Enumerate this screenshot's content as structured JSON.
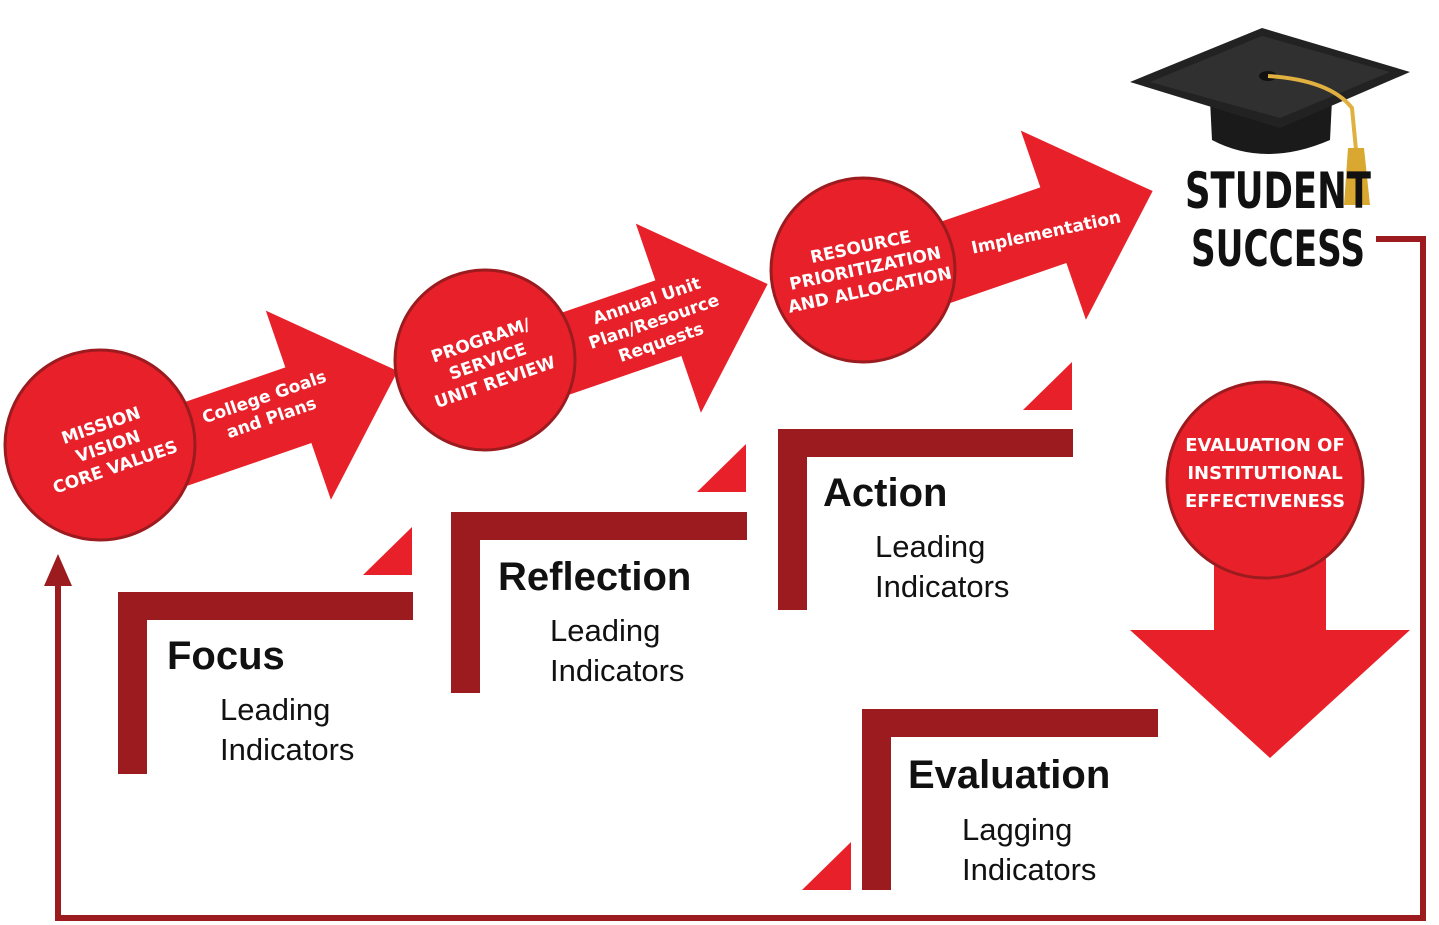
{
  "colors": {
    "red": "#e8202a",
    "dark_red": "#9b1b1f",
    "text_dark": "#111111",
    "text_light": "#ffffff"
  },
  "steps": [
    {
      "circle_lines": [
        "MISSION",
        "VISION",
        "CORE VALUES"
      ],
      "arrow_lines": [
        "College Goals",
        "and Plans"
      ]
    },
    {
      "circle_lines": [
        "PROGRAM/",
        "SERVICE",
        "UNIT REVIEW"
      ],
      "arrow_lines": [
        "Annual Unit",
        "Plan/Resource",
        "Requests"
      ]
    },
    {
      "circle_lines": [
        "RESOURCE",
        "PRIORITIZATION",
        "AND ALLOCATION"
      ],
      "arrow_lines": [
        "Implementation"
      ]
    }
  ],
  "goal": {
    "lines": [
      "STUDENT",
      "SUCCESS"
    ],
    "icon": "graduation-cap-icon"
  },
  "evaluation_circle": {
    "lines": [
      "EVALUATION OF",
      "INSTITUTIONAL",
      "EFFECTIVENESS"
    ]
  },
  "stages": [
    {
      "title": "Focus",
      "lines": [
        "Leading",
        "Indicators"
      ]
    },
    {
      "title": "Reflection",
      "lines": [
        "Leading",
        "Indicators"
      ]
    },
    {
      "title": "Action",
      "lines": [
        "Leading",
        "Indicators"
      ]
    },
    {
      "title": "Evaluation",
      "lines": [
        "Lagging",
        "Indicators"
      ]
    }
  ]
}
